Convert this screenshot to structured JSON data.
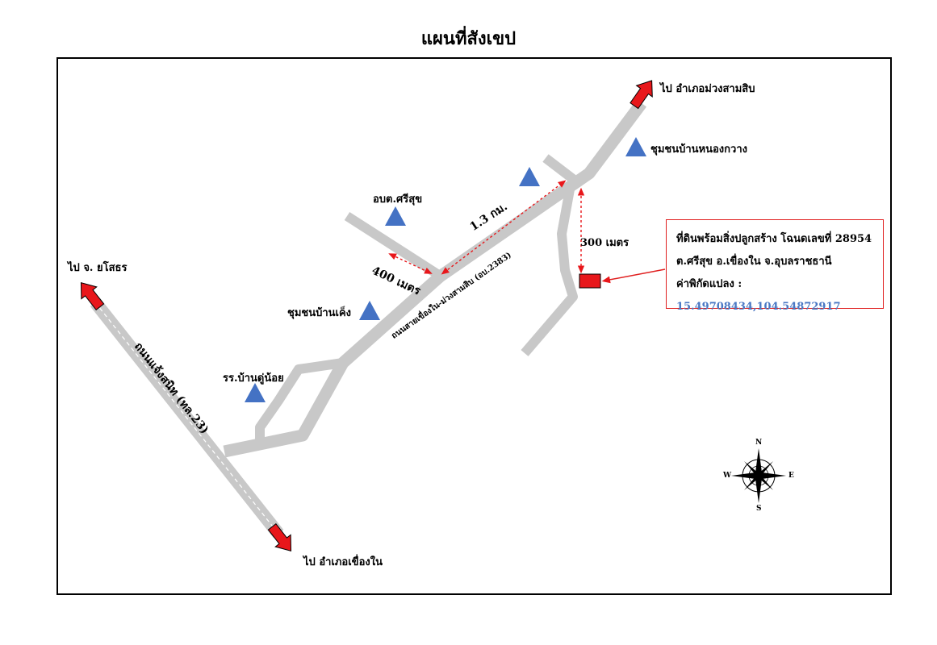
{
  "title": "แผนที่สังเขป",
  "labels": {
    "to_muang_sam_sip": "ไป อำเภอม่วงสามสิบ",
    "community_nong_kwang": "ชุมชนบ้านหนองกวาง",
    "obt_si_suk": "อบต.ศรีสุข",
    "dist_1_3km": "1.3 กม.",
    "dist_300m": "300 เมตร",
    "to_yasothon": "ไป จ. ยโสธร",
    "dist_400m": "400 เมตร",
    "road_khueang_nai": "ถนนสายเขื่องใน-ม่วงสามสิบ (อบ.2383)",
    "community_kaeng": "ชุมชนบ้านเค็ง",
    "school_du_noi": "รร.บ้านดู่น้อย",
    "road_chaengsanit": "ถนนแจ้งสนิท (ทล.23)",
    "to_khueang_nai": "ไป อำเภอเขื่องใน"
  },
  "infobox": {
    "line1": "ที่ดินพร้อมสิ่งปลูกสร้าง โฉนดเลขที่ 28954",
    "line2": "ต.ศรีสุข อ.เขื่องใน จ.อุบลราชธานี",
    "coord_label": "ค่าพิกัดแปลง : ",
    "coord_value": "15.49708434,104.54872917"
  },
  "compass": {
    "n": "N",
    "e": "E",
    "s": "S",
    "w": "W"
  },
  "colors": {
    "road": "#c8c8c8",
    "arrow": "#e8171b",
    "landmark": "#4472c4",
    "box_border": "#e02020"
  }
}
